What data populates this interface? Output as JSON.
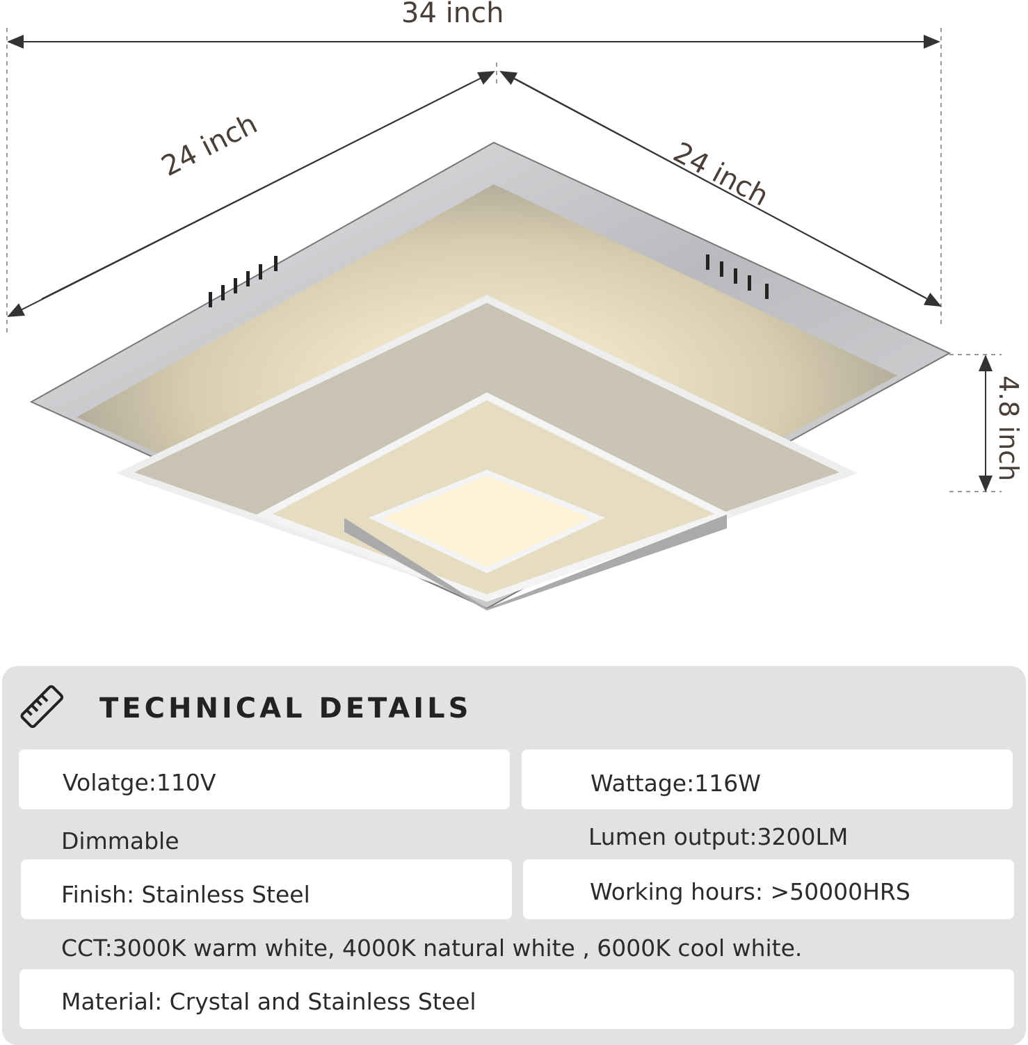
{
  "dimensions": {
    "width_label": "34 inch",
    "depth_left_label": "24 inch",
    "depth_right_label": "24 inch",
    "height_label": "4.8 inch"
  },
  "product": {
    "icon": "crystal-chandelier-image"
  },
  "technical_details": {
    "icon": "ruler-icon",
    "title": "TECHNICAL DETAILS",
    "voltage": "Volatge:110V",
    "wattage": "Wattage:116W",
    "dimmable": "Dimmable",
    "lumen": "Lumen output:3200LM",
    "finish": "Finish: Stainless Steel",
    "working_hours": "Working hours: >50000HRS",
    "cct": "CCT:3000K warm white, 4000K natural white , 6000K cool white.",
    "material": "Material: Crystal and Stainless Steel"
  },
  "colors": {
    "panel": "#e2e2e2",
    "dimension_text": "#4a3f38"
  }
}
